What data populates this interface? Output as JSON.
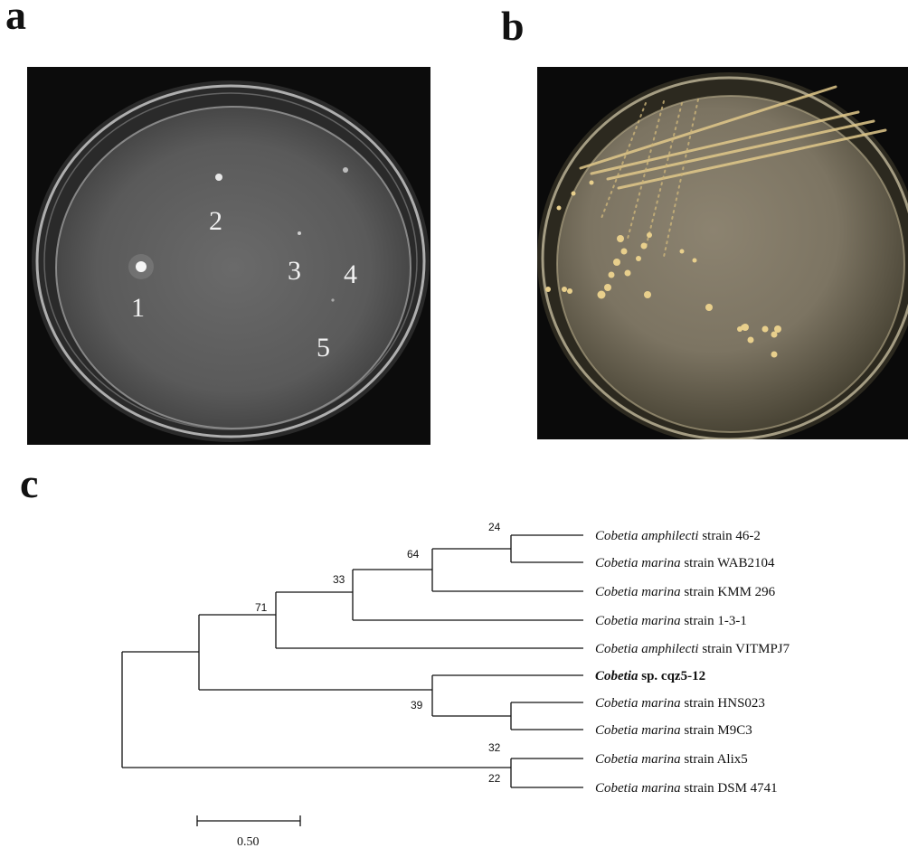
{
  "panels": {
    "a": {
      "letter": "a",
      "colony_labels": [
        "1",
        "2",
        "3",
        "4",
        "5"
      ]
    },
    "b": {
      "letter": "b"
    },
    "c": {
      "letter": "c"
    }
  },
  "tree": {
    "taxa": [
      {
        "genus": "Cobetia",
        "species": "amphilecti",
        "strain": "strain 46-2",
        "bold": false
      },
      {
        "genus": "Cobetia",
        "species": "marina",
        "strain": "strain WAB2104",
        "bold": false
      },
      {
        "genus": "Cobetia",
        "species": "marina",
        "strain": "strain KMM 296",
        "bold": false
      },
      {
        "genus": "Cobetia",
        "species": "marina",
        "strain": "strain 1-3-1",
        "bold": false
      },
      {
        "genus": "Cobetia",
        "species": "amphilecti",
        "strain": "strain VITMPJ7",
        "bold": false
      },
      {
        "genus": "Cobetia",
        "species": "",
        "strain": "sp. cqz5-12",
        "bold": true
      },
      {
        "genus": "Cobetia",
        "species": "marina",
        "strain": "strain HNS023",
        "bold": false
      },
      {
        "genus": "Cobetia",
        "species": "marina",
        "strain": "strain M9C3",
        "bold": false
      },
      {
        "genus": "Cobetia",
        "species": "marina",
        "strain": "strain Alix5",
        "bold": false
      },
      {
        "genus": "Cobetia",
        "species": "marina",
        "strain": "strain DSM 4741",
        "bold": false
      }
    ],
    "bootstrap_values": [
      "24",
      "64",
      "33",
      "71",
      "39",
      "32",
      "22"
    ],
    "scale_bar_label": "0.50"
  }
}
